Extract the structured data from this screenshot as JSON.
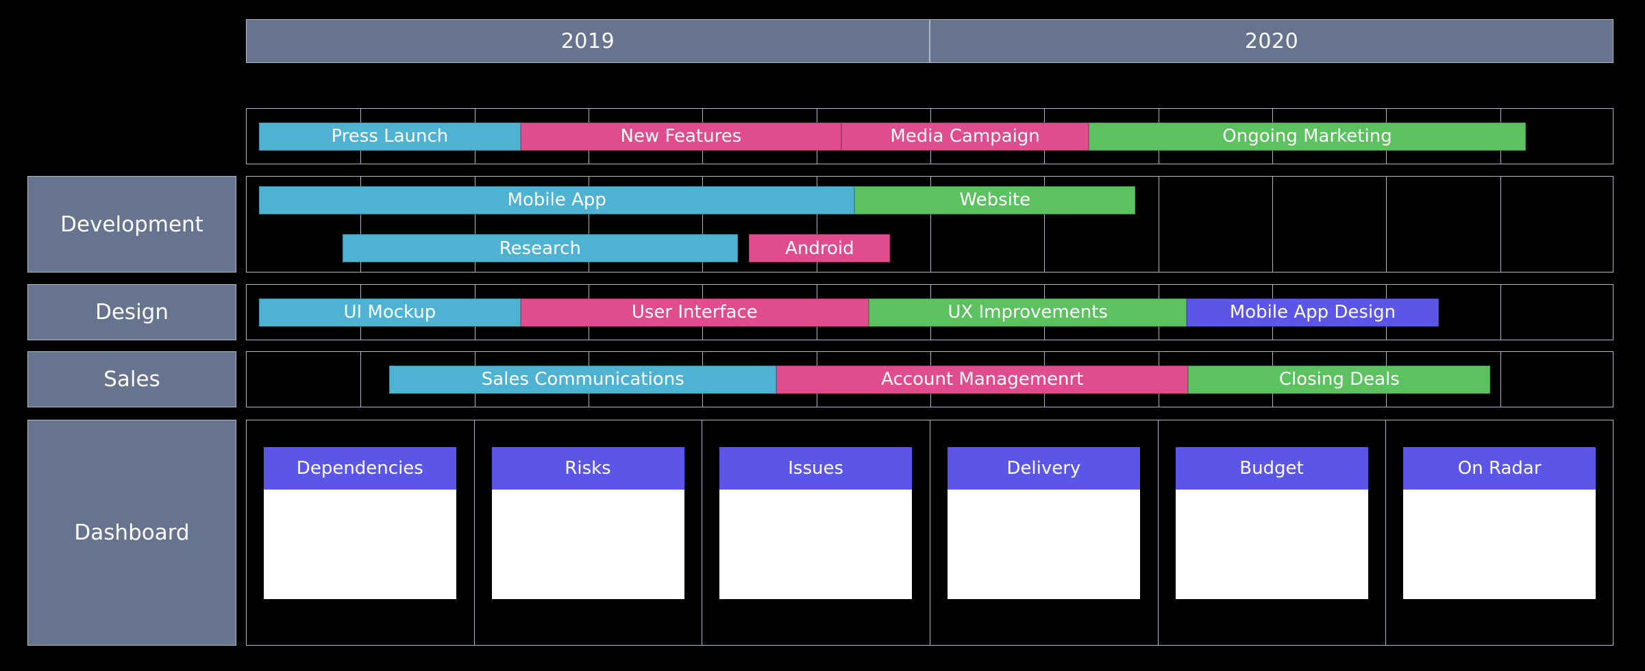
{
  "palette": {
    "background": "#000000",
    "grid_line": "#AEB6C8",
    "label_block": "#67748F",
    "blue": "#4EB3D3",
    "pink": "#E04C8E",
    "green": "#5CC15F",
    "purple": "#5B56E8",
    "card_body": "#FFFFFF",
    "text": "#FFFFFF"
  },
  "timeline": {
    "years": [
      {
        "label": "2019"
      },
      {
        "label": "2020"
      }
    ],
    "columns_per_year": 6,
    "total_columns": 12
  },
  "rows": [
    {
      "name": "marketing",
      "label": "",
      "has_label_block": false,
      "tracks": [
        {
          "bars": [
            {
              "label": "Press Launch",
              "color": "blue",
              "start": 0.0,
              "end": 2.295
            },
            {
              "label": "New Features",
              "color": "pink",
              "start": 2.295,
              "end": 5.111
            },
            {
              "label": "Media Campaign",
              "color": "pink",
              "start": 5.111,
              "end": 7.281
            },
            {
              "label": "Ongoing Marketing",
              "color": "green",
              "start": 7.281,
              "end": 11.116
            }
          ]
        }
      ]
    },
    {
      "name": "development",
      "label": "Development",
      "has_label_block": true,
      "tracks": [
        {
          "bars": [
            {
              "label": "Mobile App",
              "color": "blue",
              "start": 0.0,
              "end": 5.227
            },
            {
              "label": "Website",
              "color": "green",
              "start": 5.227,
              "end": 7.69
            }
          ]
        },
        {
          "bars": [
            {
              "label": "Research",
              "color": "blue",
              "start": 0.734,
              "end": 4.2
            },
            {
              "label": "Android",
              "color": "pink",
              "start": 4.3,
              "end": 5.54
            }
          ]
        }
      ]
    },
    {
      "name": "design",
      "label": "Design",
      "has_label_block": true,
      "tracks": [
        {
          "bars": [
            {
              "label": "UI Mockup",
              "color": "blue",
              "start": 0.0,
              "end": 2.295
            },
            {
              "label": "User Interface",
              "color": "pink",
              "start": 2.295,
              "end": 5.35
            },
            {
              "label": "UX Improvements",
              "color": "green",
              "start": 5.35,
              "end": 8.143
            },
            {
              "label": "Mobile App Design",
              "color": "purple",
              "start": 8.143,
              "end": 10.35
            }
          ]
        }
      ]
    },
    {
      "name": "sales",
      "label": "Sales",
      "has_label_block": true,
      "tracks": [
        {
          "bars": [
            {
              "label": "Sales Communications",
              "color": "blue",
              "start": 1.145,
              "end": 4.54
            },
            {
              "label": "Account Managemenrt",
              "color": "pink",
              "start": 4.54,
              "end": 8.155
            },
            {
              "label": "Closing Deals",
              "color": "green",
              "start": 8.155,
              "end": 10.805
            }
          ]
        }
      ]
    }
  ],
  "dashboard": {
    "label": "Dashboard",
    "cards": [
      {
        "title": "Dependencies"
      },
      {
        "title": "Risks"
      },
      {
        "title": "Issues"
      },
      {
        "title": "Delivery"
      },
      {
        "title": "Budget"
      },
      {
        "title": "On Radar"
      }
    ]
  }
}
